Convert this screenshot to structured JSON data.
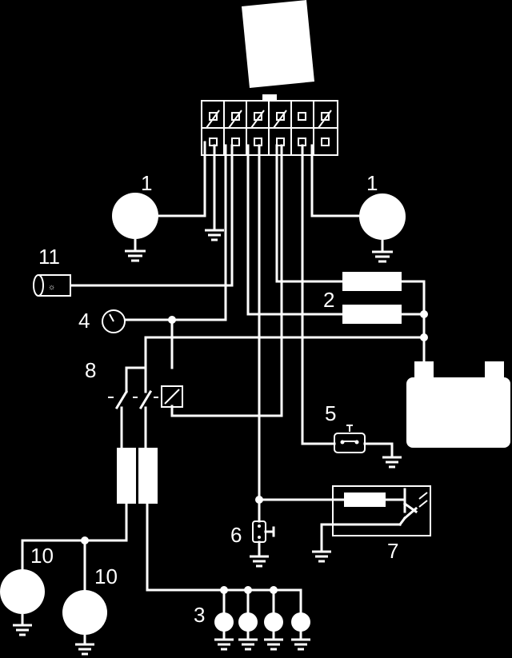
{
  "diagram": {
    "labels": {
      "ecu_1_left": "1",
      "ecu_1_right": "1",
      "item_2": "2",
      "item_3": "3",
      "item_4": "4",
      "item_5": "5",
      "item_6": "6",
      "item_7": "7",
      "item_8": "8",
      "item_10_left": "10",
      "item_10_right": "10",
      "item_11": "11"
    },
    "components": [
      "lamp-1-left",
      "lamp-1-right",
      "fuse-2-upper",
      "fuse-2-lower",
      "bulbs-3",
      "gauge-4",
      "switch-5",
      "switch-6",
      "sensor-7",
      "relay-8",
      "lamps-10",
      "light-11",
      "battery",
      "connector-block"
    ],
    "colors": {
      "background": "#000000",
      "wire": "#ffffff"
    }
  }
}
